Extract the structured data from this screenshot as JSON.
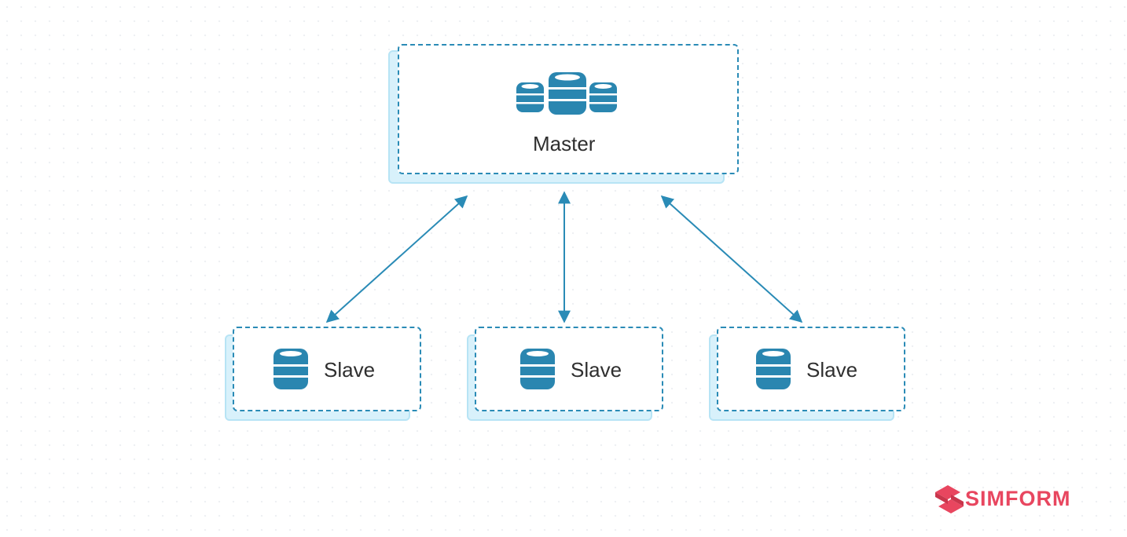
{
  "diagram": {
    "master": {
      "label": "Master",
      "icon": "database-cluster-icon"
    },
    "slaves": [
      {
        "label": "Slave",
        "icon": "database-icon"
      },
      {
        "label": "Slave",
        "icon": "database-icon"
      },
      {
        "label": "Slave",
        "icon": "database-icon"
      }
    ],
    "connections": [
      {
        "from": "Master",
        "to": "Slave 1",
        "direction": "bidirectional"
      },
      {
        "from": "Master",
        "to": "Slave 2",
        "direction": "bidirectional"
      },
      {
        "from": "Master",
        "to": "Slave 3",
        "direction": "bidirectional"
      }
    ]
  },
  "brand": {
    "name": "SIMFORM",
    "icon": "simform-logo-icon"
  },
  "colors": {
    "accent": "#2a8bb6",
    "icon": "#2a86b0",
    "card_shadow": "#d8f1fb",
    "label": "#2f2f2f",
    "brand": "#e8465f"
  }
}
